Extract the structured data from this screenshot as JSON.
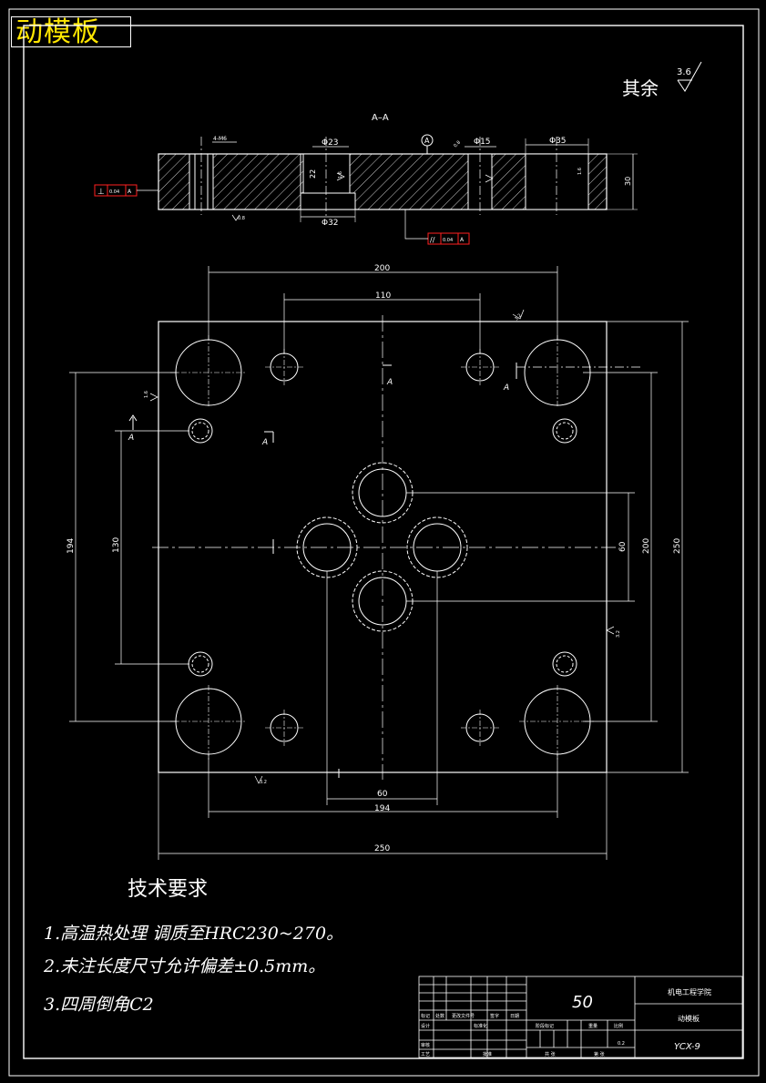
{
  "title": "动模板",
  "roughness_note": {
    "label": "其余",
    "value": "3.6"
  },
  "section": {
    "label": "A–A",
    "note_4m6": "4-M6",
    "dim_d23": "Φ23",
    "dim_d15": "Φ15",
    "dim_d35": "Φ35",
    "dim_d32": "Φ32",
    "dim_22": "22",
    "dim_30": "30",
    "datum_bubble": "A",
    "rough_a": "0.8",
    "rough_b": "0.8",
    "rough_c": "1.6",
    "rough_d": "1.6",
    "tol_perp": {
      "sym": "⊥",
      "val": "0.04",
      "datum": "A"
    },
    "tol_par": {
      "sym": "//",
      "val": "0.04",
      "datum": "A"
    }
  },
  "plan": {
    "dim_200_top": "200",
    "dim_110": "110",
    "dim_194_left": "194",
    "dim_130": "130",
    "dim_60_right": "60",
    "dim_200_right": "200",
    "dim_250_right": "250",
    "dim_60_bottom": "60",
    "dim_194_bottom": "194",
    "dim_250_bottom": "250",
    "cut_a": "A",
    "rough_top": "3.2",
    "rough_left": "1.6",
    "rough_right": "3.2",
    "rough_bottom": "3.2"
  },
  "tech": {
    "heading": "技术要求",
    "items": [
      "1.高温热处理 调质至HRC230~270。",
      "2.未注长度尺寸允许偏差±0.5mm。",
      "3.四周倒角C2"
    ]
  },
  "title_block": {
    "scale_value": "50",
    "school": "机电工程学院",
    "part_name": "动模板",
    "drawing_no": "YCX-9",
    "ratio": "0.2",
    "row_labels": [
      "标记",
      "处数",
      "更改文件号",
      "签字",
      "日期"
    ],
    "design": "设计",
    "check": "审核",
    "craft": "工艺",
    "standard": "标准化",
    "approve": "批准",
    "stage_label": "阶段标记",
    "weight_label": "重量",
    "scale_label": "比例",
    "sheet_total": "共 张",
    "sheet_no": "第 张"
  },
  "colors": {
    "background": "#000000",
    "line": "#ffffff",
    "title": "#ffe600",
    "tolerance": "#ff2020"
  }
}
